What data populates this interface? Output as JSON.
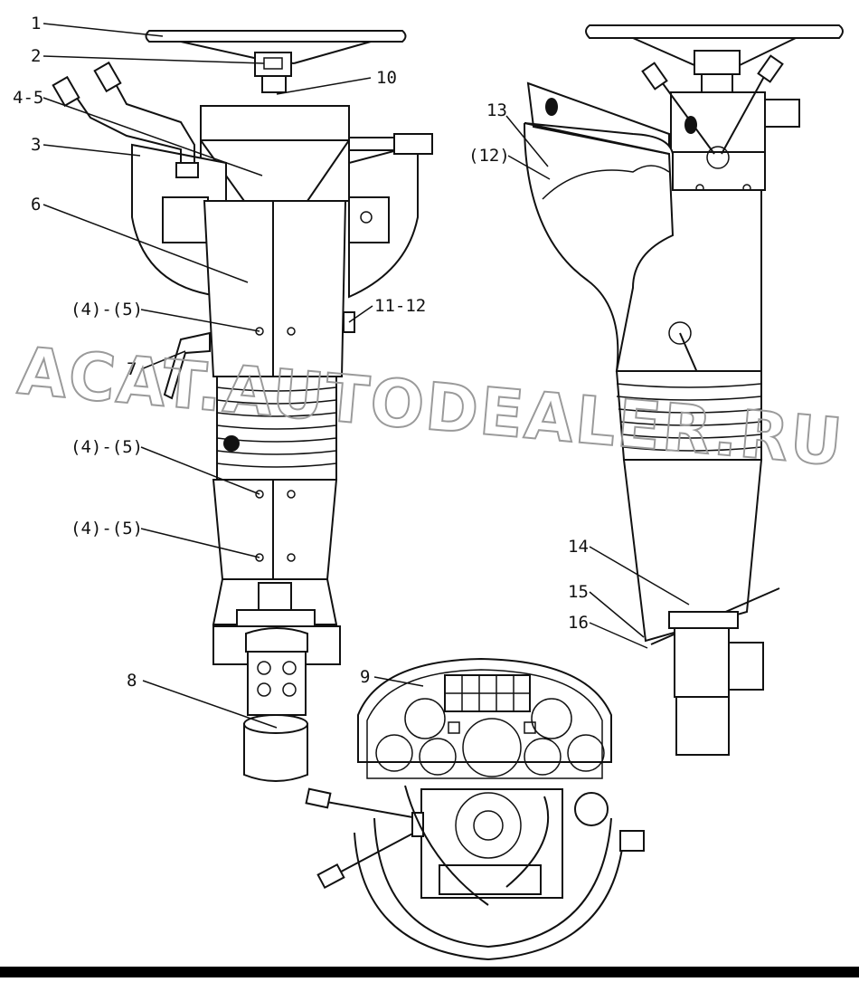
{
  "callouts": {
    "c1": "1",
    "c2": "2",
    "c10": "10",
    "c4_5": "4-5",
    "c3": "3",
    "c6": "6",
    "c4_5a": "(4)-(5)",
    "c11_12": "11-12",
    "c7": "7",
    "c4_5b": "(4)-(5)",
    "c4_5c": "(4)-(5)",
    "c8": "8",
    "c13": "13",
    "c12": "(12)",
    "c14": "14",
    "c15": "15",
    "c16": "16",
    "c9": "9"
  },
  "watermark": "ACAT.AUTODEALER.RU",
  "colors": {
    "line": "#111111",
    "watermark": "#9a9a9a",
    "footer": "#000000"
  }
}
